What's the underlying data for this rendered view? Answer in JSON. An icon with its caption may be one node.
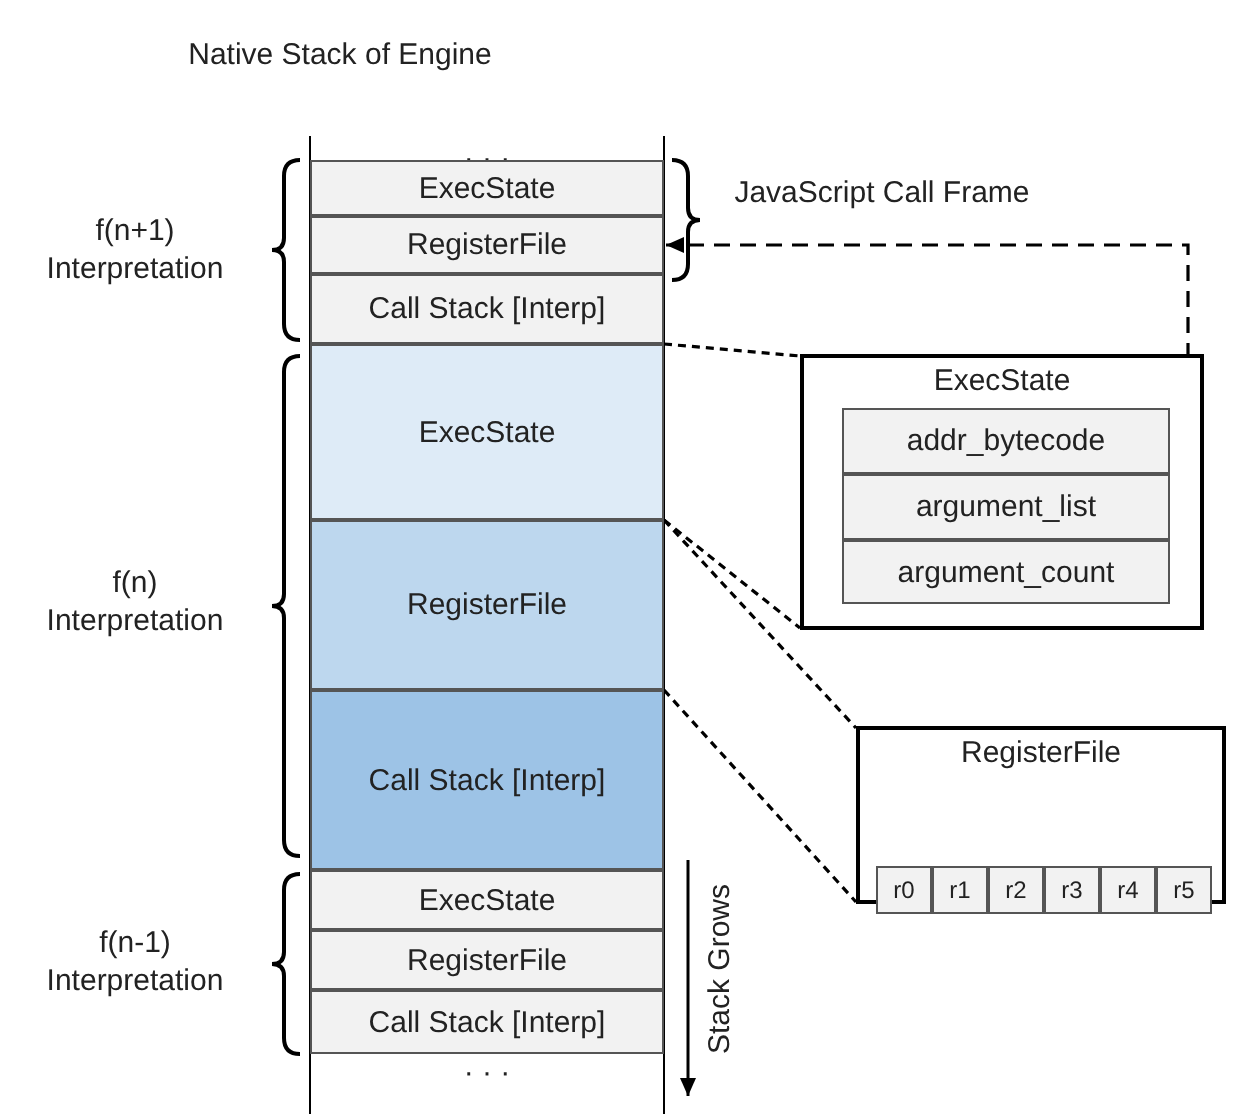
{
  "diagram": {
    "title": "Native Stack of Engine",
    "nodes": [
      {
        "text": [
          "· · ·"
        ]
      },
      {
        "text": [
          "ExecState"
        ]
      },
      {
        "text": [
          "RegisterFile"
        ]
      },
      {
        "text": [
          "Call Stack [Interp]"
        ]
      },
      {
        "text": [
          "ExecState"
        ]
      },
      {
        "text": [
          "RegisterFile"
        ]
      },
      {
        "text": [
          "Call Stack [Interp]"
        ]
      },
      {
        "text": [
          "ExecState"
        ]
      },
      {
        "text": [
          "RegisterFile"
        ]
      },
      {
        "text": [
          "Call Stack [Interp]"
        ]
      },
      {
        "text": [
          "· · ·"
        ]
      },
      {
        "text": [
          "ExecState"
        ]
      },
      {
        "text": [
          "addr_bytecode"
        ],
        "in": 11
      },
      {
        "text": [
          "argument_list"
        ],
        "in": 11
      },
      {
        "text": [
          "argument_count"
        ],
        "in": 11
      },
      {
        "text": [
          "RegisterFile"
        ]
      },
      {
        "text": [
          "r0"
        ],
        "in": 15
      },
      {
        "text": [
          "r1"
        ],
        "in": 15
      },
      {
        "text": [
          "r2"
        ],
        "in": 15
      },
      {
        "text": [
          "r3"
        ],
        "in": 15
      },
      {
        "text": [
          "r4"
        ],
        "in": 15
      },
      {
        "text": [
          "r5"
        ],
        "in": 15
      }
    ],
    "edges": [
      {
        "from": 13,
        "to": 2,
        "arrow": "to",
        "style": "dashed"
      },
      {
        "from": 4,
        "to": 11,
        "arrow": "none",
        "style": "dashed"
      },
      {
        "from": 4,
        "to": 11,
        "arrow": "none",
        "style": "dashed"
      },
      {
        "from": 5,
        "to": 15,
        "arrow": "none",
        "style": "dashed"
      },
      {
        "from": 5,
        "to": 15,
        "arrow": "none",
        "style": "dashed"
      }
    ],
    "labels": [
      "f(n+1) Interpretation",
      "JavaScript Call Frame",
      "f(n) Interpretation",
      "f(n-1) Interpretation",
      "Stack Grows"
    ]
  }
}
